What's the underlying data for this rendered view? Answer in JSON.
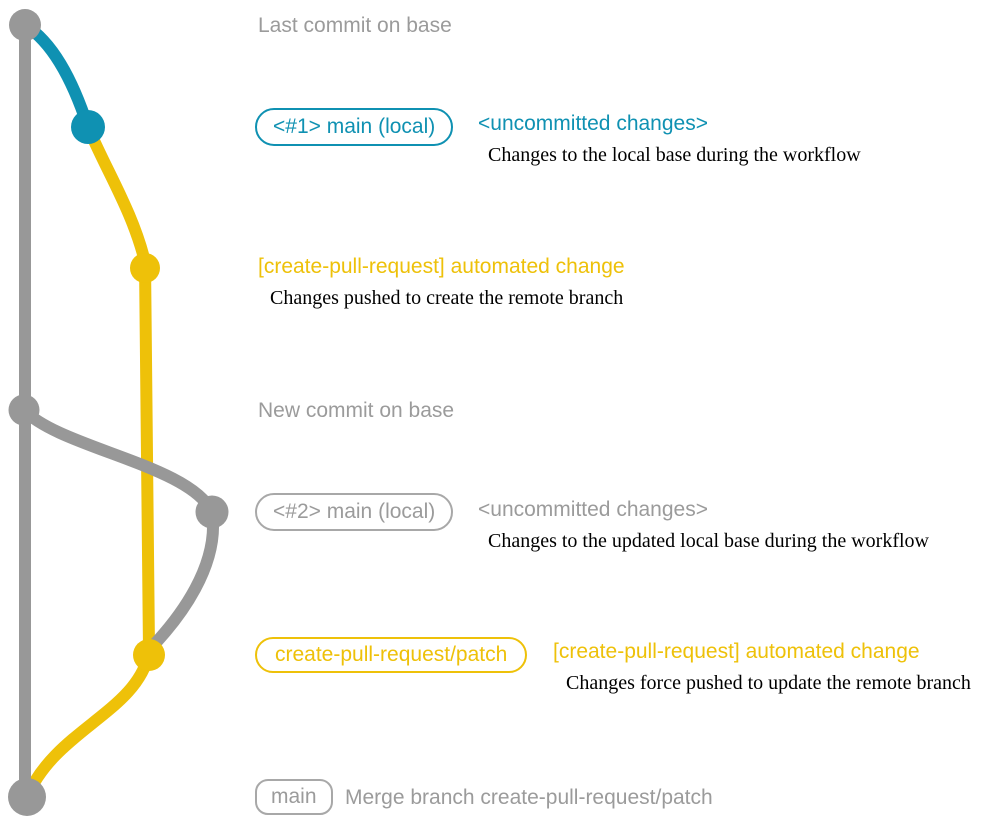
{
  "colors": {
    "base": "#989898",
    "base_text": "#9b9b9b",
    "local": "#0f91b2",
    "remote": "#eec109",
    "desc": "#000000"
  },
  "captions": {
    "last_commit": "Last commit on base",
    "new_commit": "New commit on base",
    "merge_commit": "Merge branch create-pull-request/patch"
  },
  "run1": {
    "local_badge": "<#1> main (local)",
    "local_title": "<uncommitted changes>",
    "local_desc": "Changes to the local base during the workflow",
    "remote_title": "[create-pull-request] automated change",
    "remote_desc": "Changes pushed to create the remote branch"
  },
  "run2": {
    "local_badge": "<#2> main (local)",
    "local_title": "<uncommitted changes>",
    "local_desc": "Changes to the updated local base during the workflow",
    "remote_badge": "create-pull-request/patch",
    "remote_title": "[create-pull-request] automated change",
    "remote_desc": "Changes force pushed to update the remote branch"
  },
  "merge": {
    "badge": "main"
  }
}
